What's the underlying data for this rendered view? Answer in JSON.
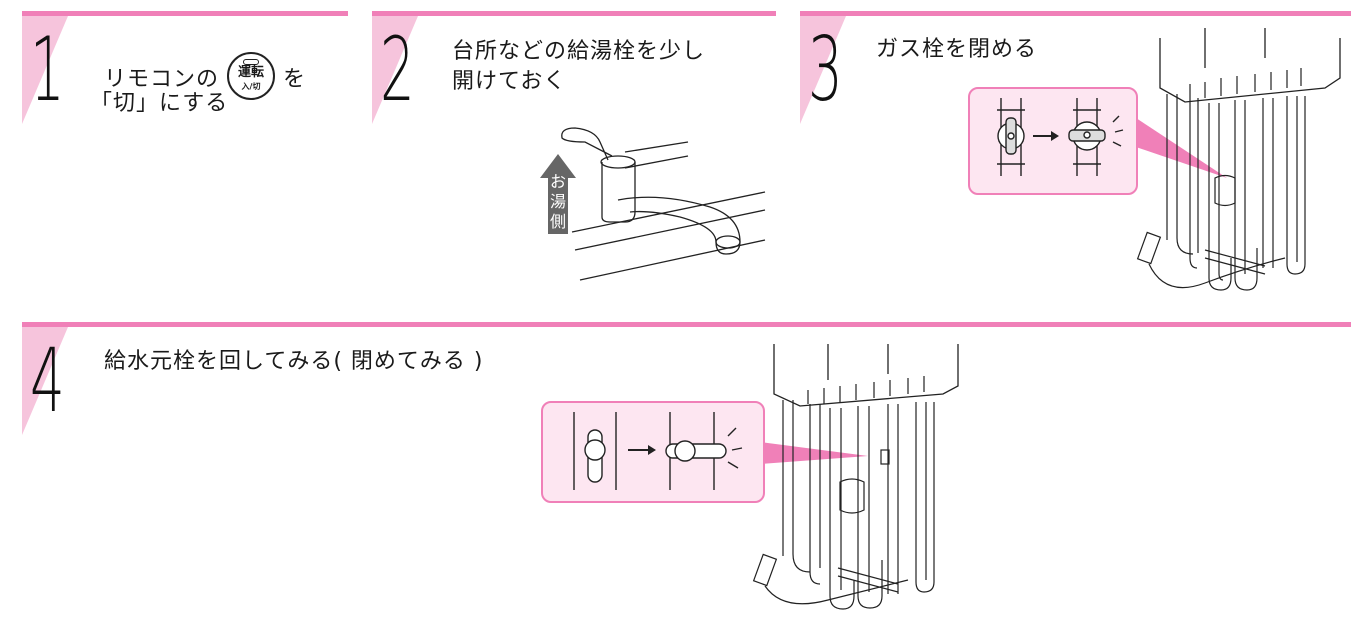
{
  "steps": [
    {
      "number": "1",
      "line1_before_icon": "リモコンの",
      "line1_after_icon": "を",
      "line2": "「切」にする",
      "button_icon": {
        "top_label": "運転",
        "bottom_label": "入/切"
      }
    },
    {
      "number": "2",
      "line1": "台所などの給湯栓を少し",
      "line2": "開けておく",
      "faucet_arrow_label": [
        "お",
        "湯",
        "側"
      ]
    },
    {
      "number": "3",
      "line1": "ガス栓を閉める"
    },
    {
      "number": "4",
      "line1": "給水元栓を回してみる( 閉めてみる )"
    }
  ],
  "colors": {
    "accent_pink": "#f080b8",
    "wedge_pink": "#f6c4dc",
    "callout_fill": "#fde6f1",
    "arrow_gray": "#666666"
  }
}
